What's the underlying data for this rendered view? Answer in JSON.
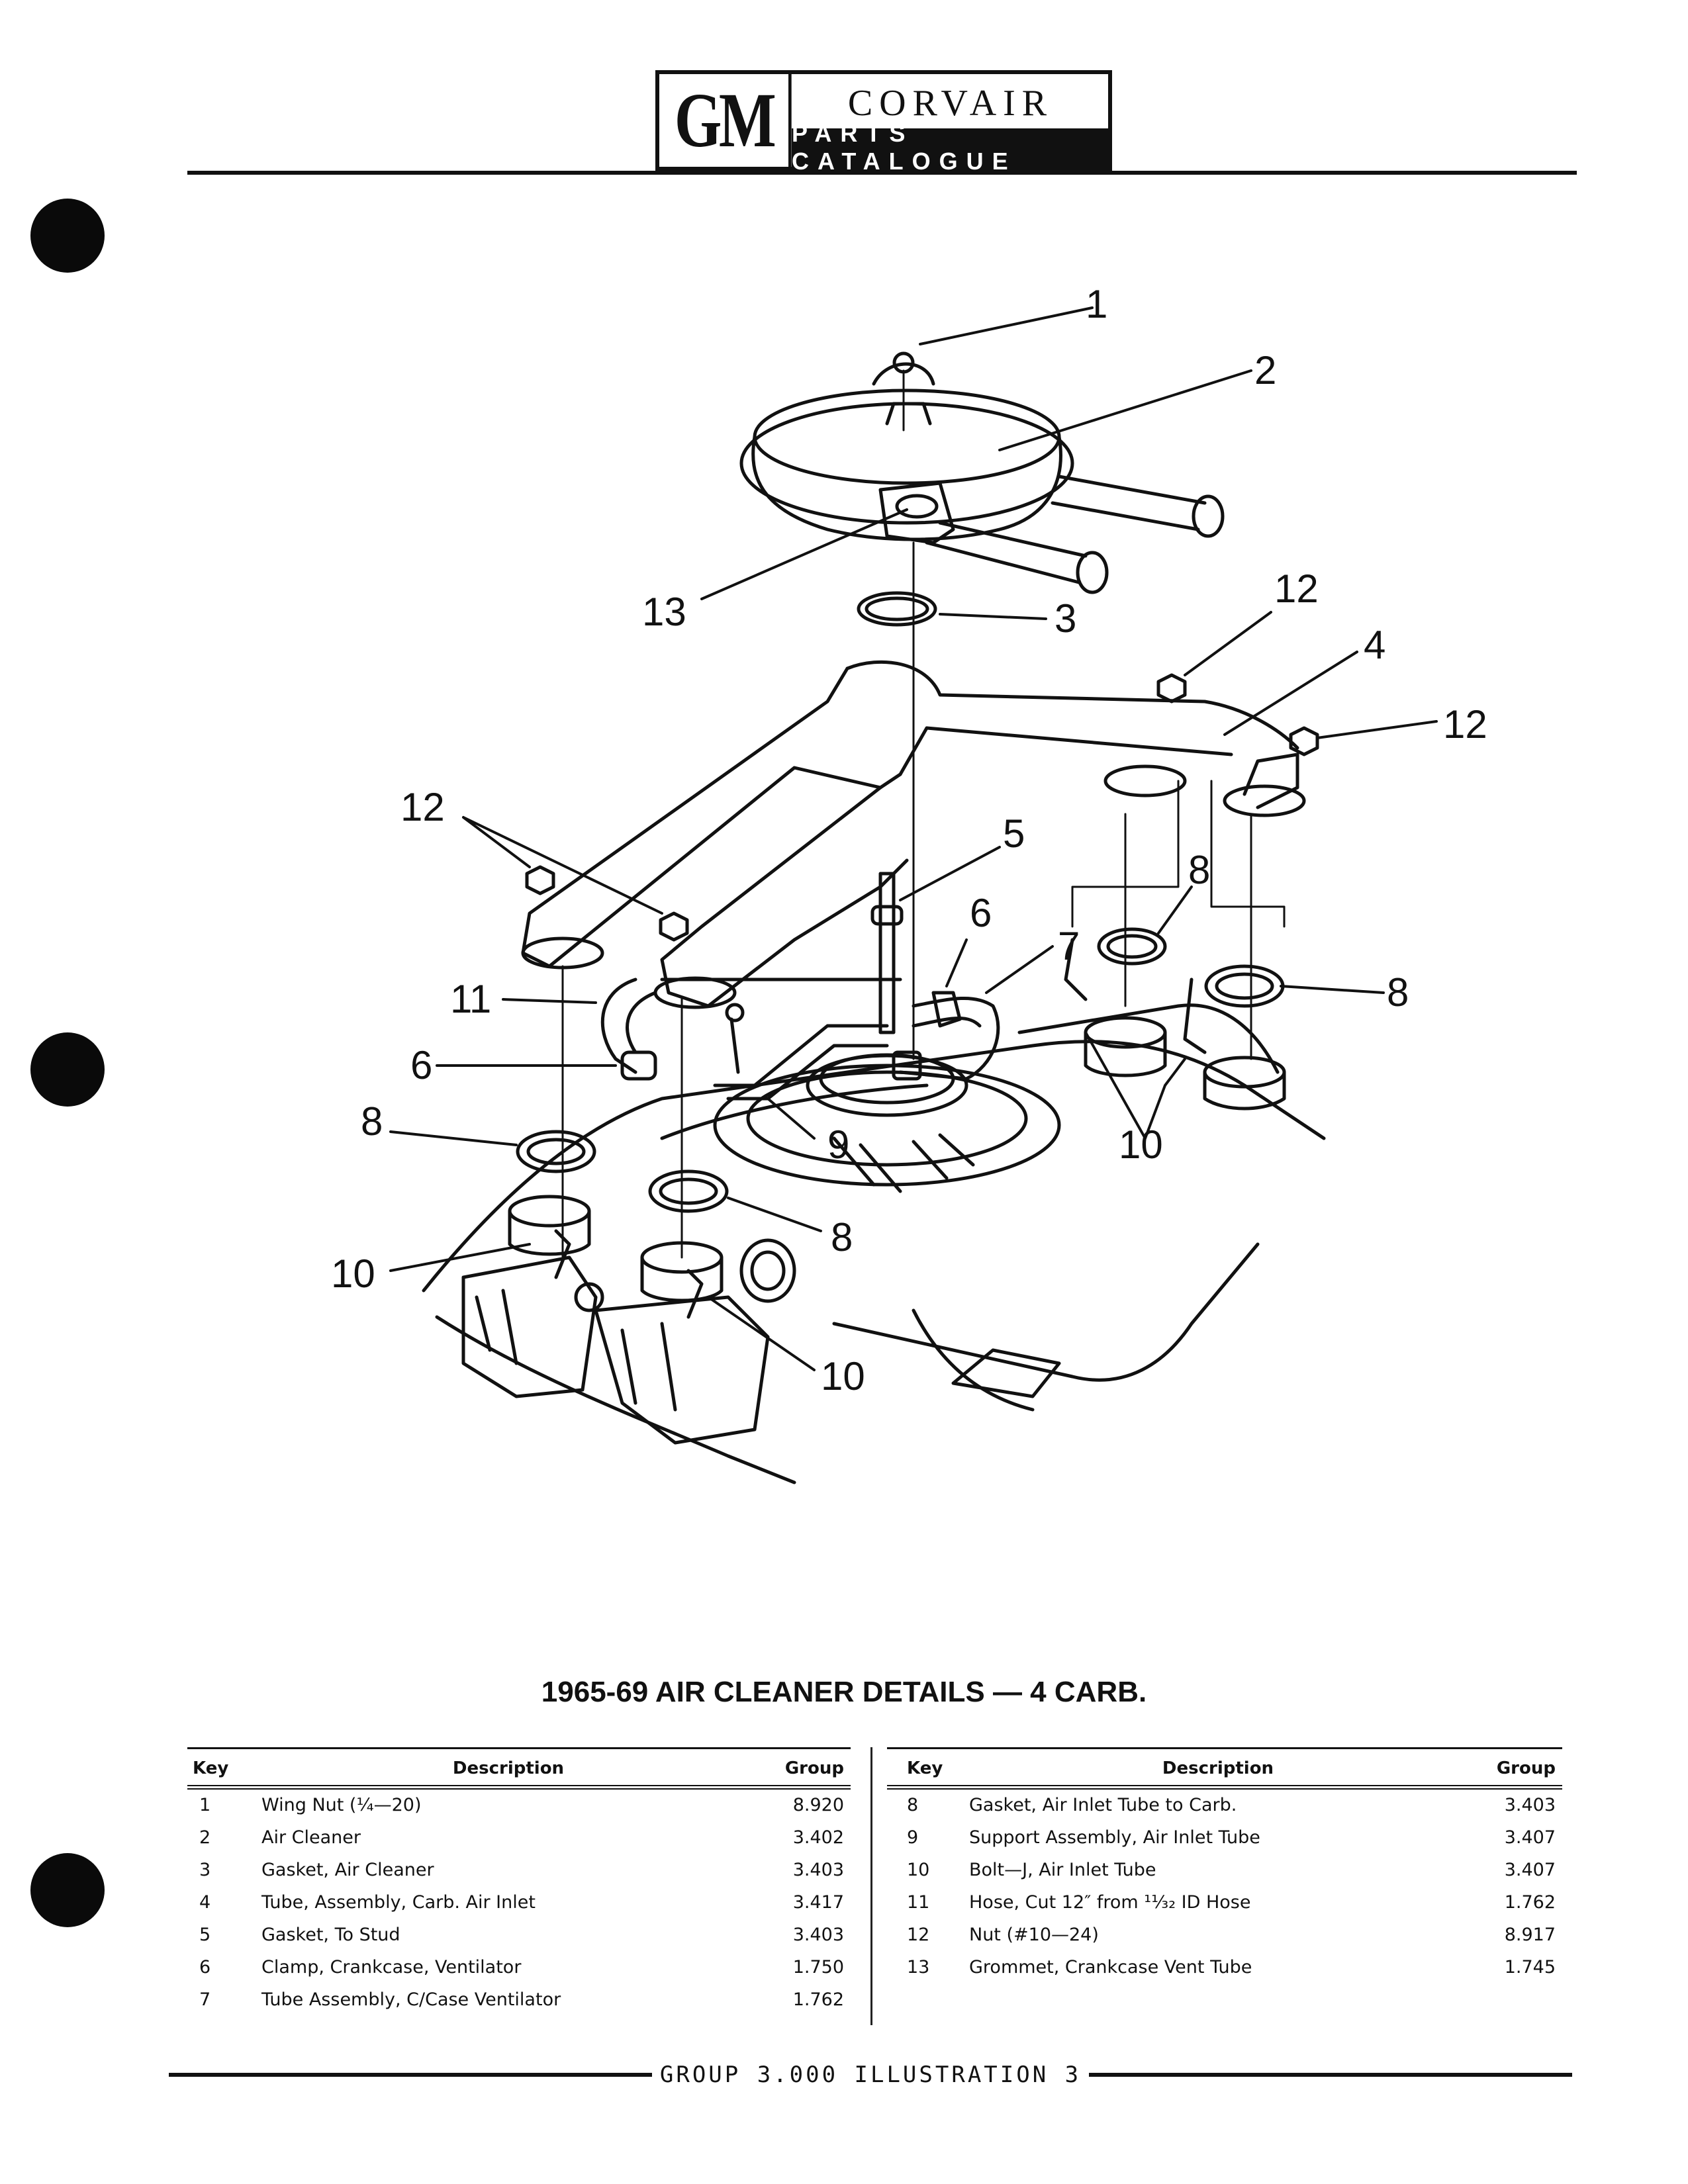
{
  "header": {
    "logo_mark": "GM",
    "title": "CORVAIR",
    "subtitle": "PARTS CATALOGUE"
  },
  "illustration": {
    "callouts": [
      "1",
      "2",
      "13",
      "3",
      "12",
      "4",
      "12",
      "12",
      "5",
      "6",
      "7",
      "8",
      "8",
      "11",
      "6",
      "8",
      "9",
      "10",
      "8",
      "10",
      "10"
    ]
  },
  "caption": "1965-69 AIR CLEANER DETAILS — 4 CARB.",
  "parts_table": {
    "headers": {
      "key": "Key",
      "description": "Description",
      "group": "Group"
    },
    "left": [
      {
        "key": "1",
        "description": "Wing Nut (¼—20)",
        "group": "8.920"
      },
      {
        "key": "2",
        "description": "Air Cleaner",
        "group": "3.402"
      },
      {
        "key": "3",
        "description": "Gasket, Air Cleaner",
        "group": "3.403"
      },
      {
        "key": "4",
        "description": "Tube, Assembly, Carb. Air Inlet",
        "group": "3.417"
      },
      {
        "key": "5",
        "description": "Gasket, To Stud",
        "group": "3.403"
      },
      {
        "key": "6",
        "description": "Clamp, Crankcase, Ventilator",
        "group": "1.750"
      },
      {
        "key": "7",
        "description": "Tube Assembly, C/Case Ventilator",
        "group": "1.762"
      }
    ],
    "right": [
      {
        "key": "8",
        "description": "Gasket, Air Inlet Tube to Carb.",
        "group": "3.403"
      },
      {
        "key": "9",
        "description": "Support Assembly, Air Inlet Tube",
        "group": "3.407"
      },
      {
        "key": "10",
        "description": "Bolt—J, Air Inlet Tube",
        "group": "3.407"
      },
      {
        "key": "11",
        "description": "Hose, Cut 12″ from ¹¹⁄₃₂ ID Hose",
        "group": "1.762"
      },
      {
        "key": "12",
        "description": "Nut (#10—24)",
        "group": "8.917"
      },
      {
        "key": "13",
        "description": "Grommet, Crankcase Vent Tube",
        "group": "1.745"
      }
    ]
  },
  "footer": "GROUP 3.000 ILLUSTRATION 3"
}
